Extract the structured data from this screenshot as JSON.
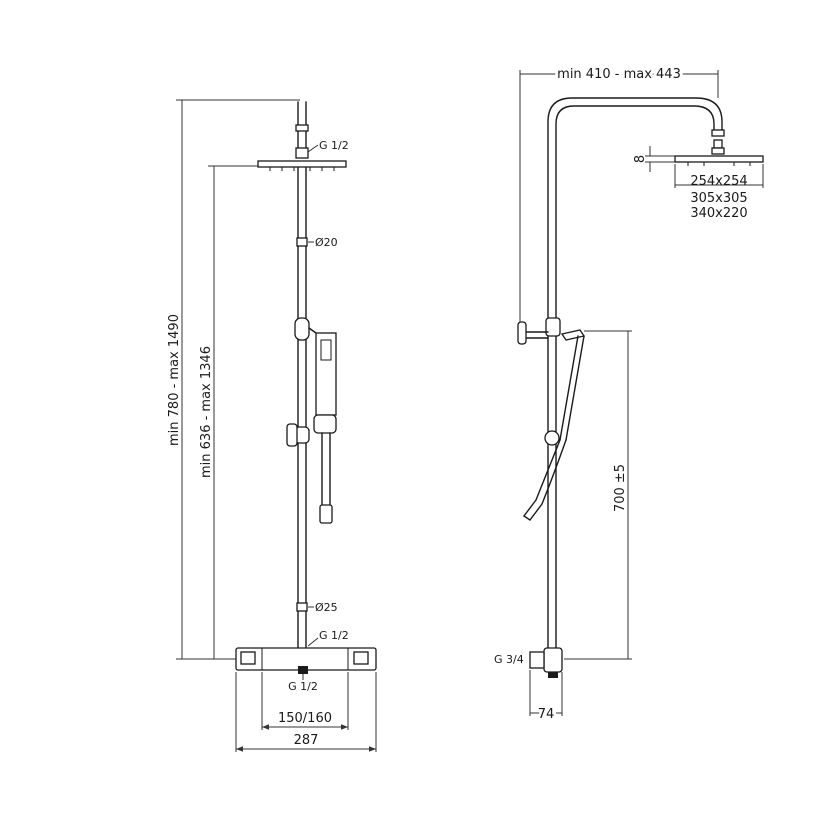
{
  "front_view": {
    "height_range": "min 780 - max 1490",
    "arm_height_range": "min 636 - max 1346",
    "top_inlet_thread": "G 1/2",
    "upper_pipe_diameter": "Ø20",
    "lower_pipe_diameter": "Ø25",
    "valve_outlet_thread": "G 1/2",
    "valve_inlet_thread": "G 1/2",
    "centers": "150/160",
    "valve_width": "287"
  },
  "side_view": {
    "arm_reach": "min 410 - max 443",
    "head_thickness": "8",
    "head_sizes": [
      "254x254",
      "305x305",
      "340x220"
    ],
    "holder_height": "700 ±5",
    "inlet_thread": "G 3/4",
    "wall_offset": "74"
  }
}
